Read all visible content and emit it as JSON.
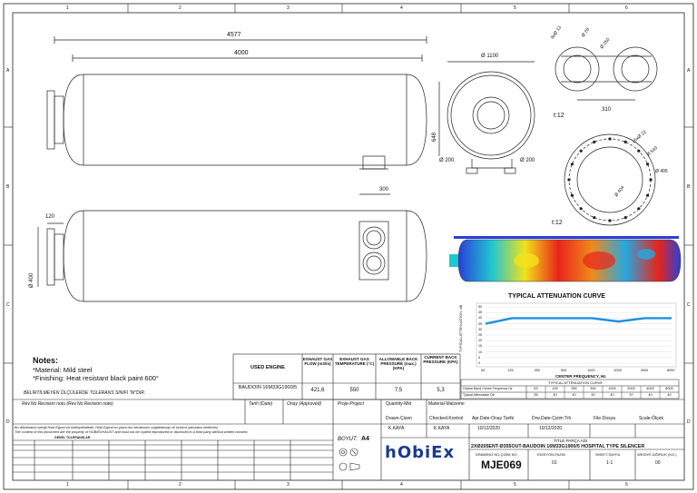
{
  "frame": {
    "columns": [
      "1",
      "2",
      "3",
      "4",
      "5",
      "6"
    ],
    "rows": [
      "A",
      "B",
      "C",
      "D"
    ]
  },
  "dimensions": {
    "overall_length": "4577",
    "shell_length": "4000",
    "outlet_diameter": "Ø 1100",
    "height": "648",
    "inlet_offset": "300",
    "flange_offset": "120",
    "dia_400_side": "Ø 400",
    "dia_200_left": "Ø 200",
    "dia_200_right": "Ø 200",
    "flange1_holes": "8xØ 13",
    "flange1_d1": "Ø 28",
    "flange1_d2": "Ø 250",
    "flange1_pitch": "310",
    "flange1_thk": "t:12",
    "flange2_holes": "16xØ 22",
    "flange2_d1": "Ø 540",
    "flange2_d2": "Ø 495",
    "flange2_d3": "Ø 404",
    "flange2_thk": "t:12"
  },
  "notes": {
    "title": "Notes:",
    "line1": "*Material: Mild steel",
    "line2": "*Finishing: Heat resistant black paint 600°",
    "tolerance": "BELİRTİLMEYEN ÖLÇÜLERDE TOLERANS SINIFI \"M\"DIR."
  },
  "engine_table": {
    "headers": [
      "USED ENGINE",
      "EXHAUST GAS FLOW (m3/m)",
      "EXHAUST GAS TEMPERATURE (°C)",
      "ALLOWABLE BACK PRESSURE (max.)(KPA)",
      "CURRENT BACK PRESSURE (KPA)"
    ],
    "row": [
      "BAUDOIN 16M33G1900/5",
      "421,6",
      "550",
      "7,5",
      "5,3"
    ]
  },
  "chart_data": {
    "type": "line",
    "title": "TYPICAL ATTENUATION CURVE",
    "xlabel": "CENTER FREQUENCY, Hz",
    "ylabel": "TYPICAL ATTENUATION, dB",
    "categories": [
      "63",
      "125",
      "250",
      "500",
      "1000",
      "2000",
      "4000",
      "8000"
    ],
    "series": [
      {
        "values": [
          35,
          40,
          40,
          40,
          40,
          37,
          40,
          40
        ]
      }
    ],
    "ylim": [
      0,
      50
    ],
    "yticks": [
      "0",
      "5",
      "10",
      "15",
      "20",
      "25",
      "30",
      "35",
      "40",
      "45",
      "50"
    ],
    "line_color": "#1f8fe0",
    "grid": true
  },
  "attenuation_table": {
    "title": "TYPICAL ATTENUATION CURVE",
    "row1_label": "Octave Band Centre Frequency Hz",
    "row1": [
      "63",
      "125",
      "250",
      "500",
      "1000",
      "2000",
      "4000",
      "8000"
    ],
    "row2_label": "Typical Attenuation Db",
    "row2": [
      "35",
      "40",
      "40",
      "40",
      "40",
      "37",
      "40",
      "40"
    ]
  },
  "revision_row": {
    "rev_no": "Rev.No Revision notu (Rev.No Revision note)",
    "date": "Tarih (Date)",
    "approved": "Onay (Approved)",
    "project": "Proje-Project",
    "quantity": "Quantity-Mkt",
    "material": "Material-Malzeme"
  },
  "legal_note": {
    "line1": "Bu dökümanın içeriği Hobi Egzoz'un mülkiyetindedir. Hobi Egzoz'un yazılı izni olmaksızın çoğaltılamaz ve üçüncü şahıslara verilemez.",
    "line2": "The content of this document are the property of HOBIEXHAUST and must not be copied reproduced or disclosed to a third party without written consent."
  },
  "tolerance_table": {
    "title": "GENEL TOLERANSLAR",
    "boyut_label": "BOYUT:",
    "boyut_value": "A4"
  },
  "title_block": {
    "drawn_label": "Drawn-Çizen",
    "drawn_value": "K.KAYA",
    "checked_label": "Checked-Kontrol",
    "checked_value": "K.KAYA",
    "apr_label": "Apr.Date-Onay Tarihi",
    "apr_value": "10/12/2020",
    "drw_label": "Drw.Date-Çizim Trh.",
    "drw_value": "10/12/2020",
    "file_label": "File-Dosya",
    "scale_label": "Scale-Ölçek",
    "logo": "hObiEx",
    "title_label": "TITLE-PARÇA ADI",
    "title_value": "2XØ205ENT-Ø355OUT-BAUDOIN 16M33G1900/5 HOSPITAL TYPE SILENCER",
    "drawing_no_label": "DRAWING NO-ÇİZİM NO",
    "drawing_no": "MJE069",
    "edition_label": "EDİSYON-FAZIN",
    "edition_value": "01",
    "sheet_label": "SHEET-SAYFA",
    "sheet_value": "1-1",
    "weight_label": "WEIGHT-AĞIRLIK (KG.)",
    "weight_value": "00"
  }
}
